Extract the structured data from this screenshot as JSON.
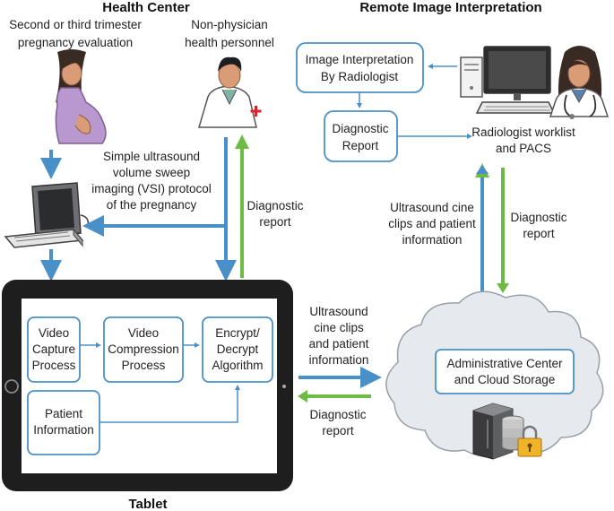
{
  "headings": {
    "health_center": "Health Center",
    "remote": "Remote Image Interpretation",
    "tablet": "Tablet"
  },
  "labels": {
    "pregnancy_eval": [
      "Second or third trimester",
      "pregnancy evaluation"
    ],
    "health_personnel": [
      "Non-physician",
      "health personnel"
    ],
    "vsi_protocol": [
      "Simple ultrasound",
      "volume sweep",
      "imaging (VSI) protocol",
      "of the pregnancy"
    ],
    "diag_report_left": [
      "Diagnostic",
      "report"
    ],
    "diag_report_right": [
      "Diagnostic",
      "report"
    ],
    "cine_upper": [
      "Ultrasound cine",
      "clips and patient",
      "information"
    ],
    "cine_lower": [
      "Ultrasound",
      "cine clips",
      "and patient",
      "information"
    ],
    "diag_report_bottom": [
      "Diagnostic",
      "report"
    ],
    "worklist": [
      "Radiologist worklist",
      "and PACS"
    ]
  },
  "boxes": {
    "interpretation": [
      "Image Interpretation",
      "By Radiologist"
    ],
    "diagnostic_report": [
      "Diagnostic",
      "Report"
    ],
    "video_capture": [
      "Video",
      "Capture",
      "Process"
    ],
    "video_compression": [
      "Video",
      "Compression",
      "Process"
    ],
    "encrypt": [
      "Encrypt/",
      "Decrypt",
      "Algorithm"
    ],
    "patient_info": [
      "Patient",
      "Information"
    ],
    "cloud": [
      "Administrative Center",
      "and Cloud Storage"
    ]
  },
  "colors": {
    "blue_arrow": "#4a90c8",
    "green_arrow": "#6cbb45",
    "box_border": "#4a90c8",
    "cloud_fill": "#e6e9ee",
    "tablet_body": "#1e1e1e"
  },
  "icons": [
    "pregnant-woman-icon",
    "health-worker-icon",
    "ultrasound-machine-icon",
    "computer-icon",
    "radiologist-icon",
    "server-icon",
    "lock-icon"
  ]
}
